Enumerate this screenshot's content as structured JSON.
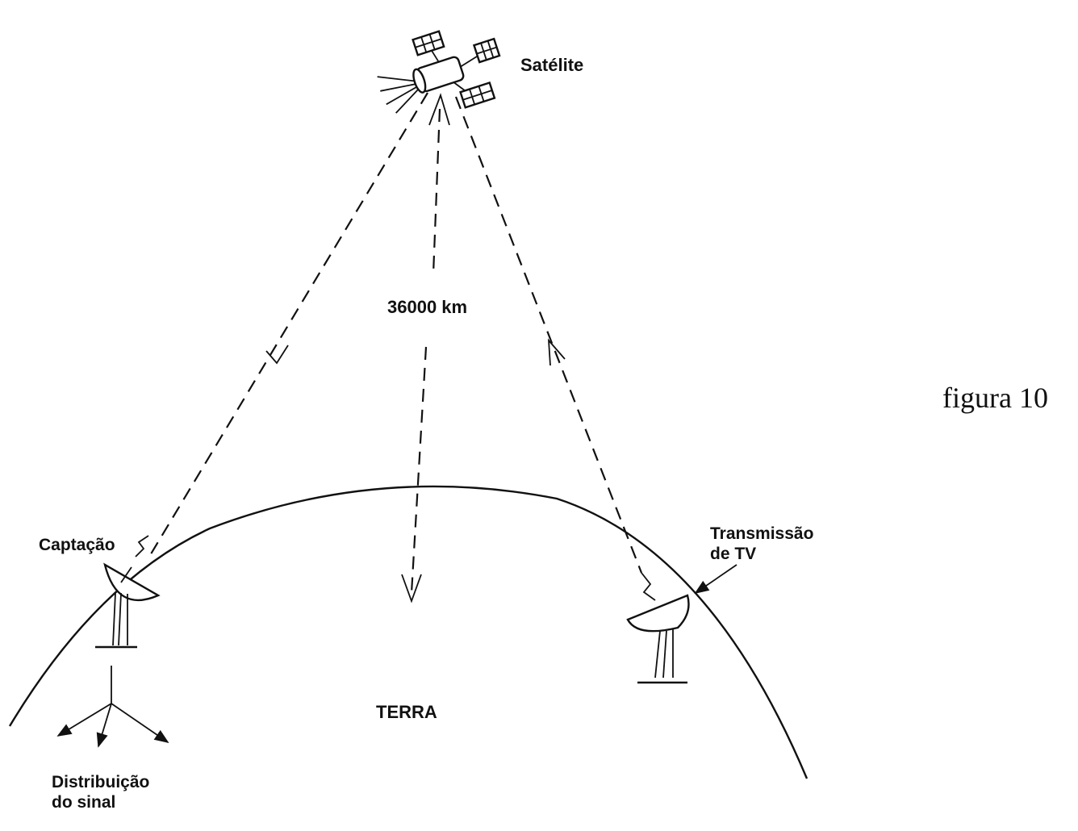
{
  "labels": {
    "satellite": "Satélite",
    "distance": "36000 km",
    "reception": "Captação",
    "transmission_line1": "Transmissão",
    "transmission_line2": "de TV",
    "earth": "TERRA",
    "distribution_line1": "Distribuição",
    "distribution_line2": "do sinal",
    "figure_caption": "figura 10"
  },
  "icons": [
    "satellite-icon",
    "receiving-dish-icon",
    "transmitting-dish-icon"
  ]
}
